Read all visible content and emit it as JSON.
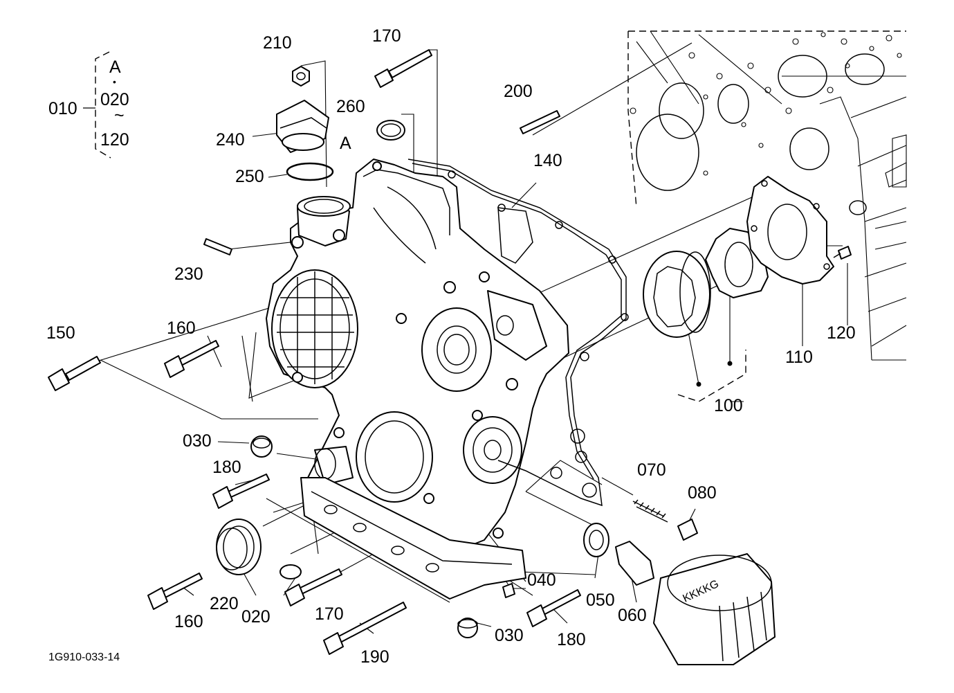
{
  "diagram_id": "1G910-033-14",
  "group": {
    "main": "010",
    "top": "A",
    "dot": "•",
    "from": "020",
    "tilde": "~",
    "to": "120"
  },
  "reference_letter": "A",
  "labels": {
    "p210": "210",
    "p170_top": "170",
    "p200": "200",
    "p260": "260",
    "p240": "240",
    "p250": "250",
    "p140": "140",
    "p230": "230",
    "p150": "150",
    "p160_mid": "160",
    "p120": "120",
    "p110": "110",
    "p100": "100",
    "p030_left": "030",
    "p180_left": "180",
    "p070": "070",
    "p080": "080",
    "p040": "040",
    "p220": "220",
    "p160_bottom": "160",
    "p020": "020",
    "p170_bottom": "170",
    "p050": "050",
    "p060": "060",
    "p180_bottom": "180",
    "p030_bottom": "030",
    "p190": "190"
  },
  "filter_marking": "KKKKG",
  "colors": {
    "line": "#000000",
    "background": "#ffffff"
  }
}
